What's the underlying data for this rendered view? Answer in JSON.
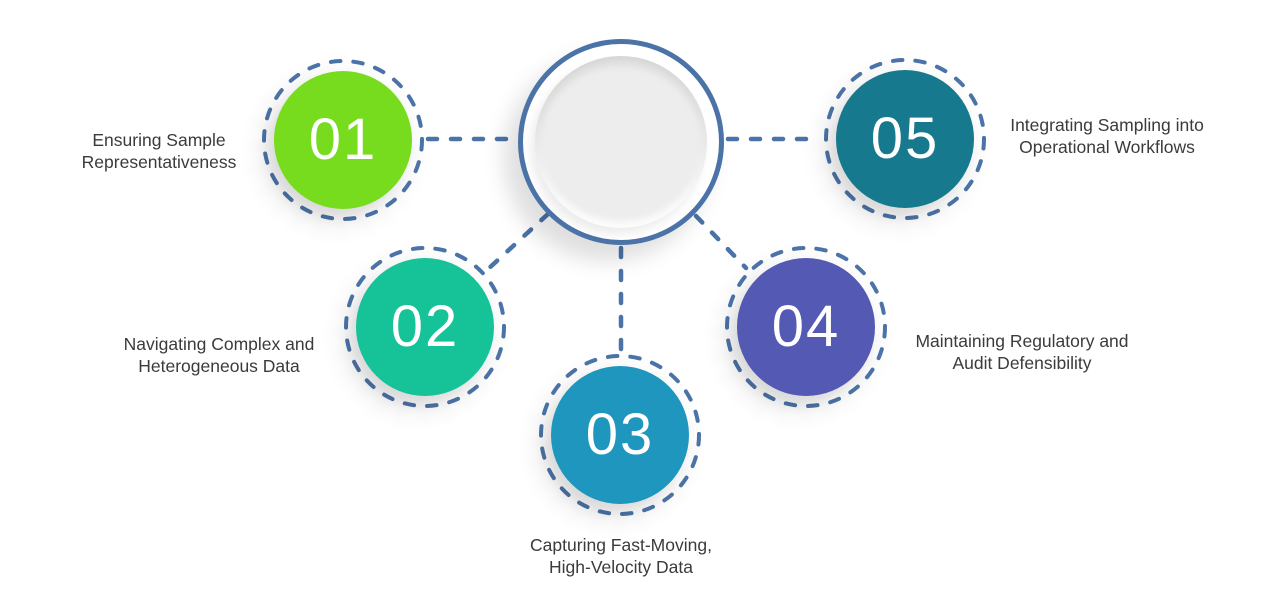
{
  "colors": {
    "background": "#FFFFFF",
    "connector_blue": "#4B73A7",
    "center_ring": "#4B73A7",
    "center_inner_gray": "#EDEDED",
    "label_text": "#3B3B3B",
    "number_text": "#FFFFFF"
  },
  "nodes": [
    {
      "number": "01",
      "color": "#76DC1D",
      "label_lines": [
        "Ensuring Sample",
        "Representativeness"
      ]
    },
    {
      "number": "02",
      "color": "#16C298",
      "label_lines": [
        "Navigating Complex and",
        "Heterogeneous Data"
      ]
    },
    {
      "number": "03",
      "color": "#1E96BE",
      "label_lines": [
        "Capturing Fast-Moving,",
        "High-Velocity Data"
      ]
    },
    {
      "number": "04",
      "color": "#5459B4",
      "label_lines": [
        "Maintaining Regulatory and",
        "Audit Defensibility"
      ]
    },
    {
      "number": "05",
      "color": "#16798D",
      "label_lines": [
        "Integrating Sampling into",
        "Operational Workflows"
      ]
    }
  ]
}
